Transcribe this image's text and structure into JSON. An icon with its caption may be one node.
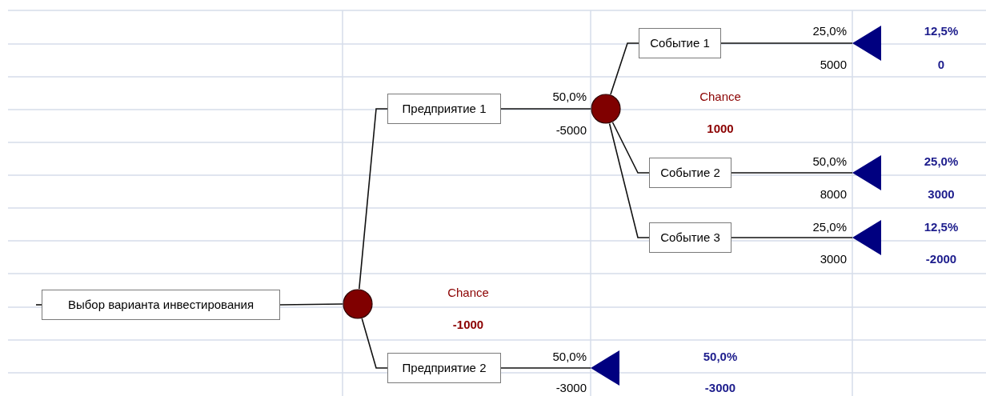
{
  "diagram": {
    "nodes": [
      {
        "text": [
          "Выбор варианта инвестирования"
        ]
      },
      {
        "text": [],
        "shape": "circle",
        "beside": [
          "Chance",
          "-1000"
        ]
      },
      {
        "text": [
          "Предприятие 1"
        ]
      },
      {
        "text": [],
        "shape": "circle",
        "beside": [
          "Chance",
          "1000"
        ]
      },
      {
        "text": [
          "Событие 1"
        ]
      },
      {
        "text": [],
        "shape": "triangle",
        "beside": [
          "12,5%",
          "0"
        ]
      },
      {
        "text": [
          "Событие 2"
        ]
      },
      {
        "text": [],
        "shape": "triangle",
        "beside": [
          "25,0%",
          "3000"
        ]
      },
      {
        "text": [
          "Событие 3"
        ]
      },
      {
        "text": [],
        "shape": "triangle",
        "beside": [
          "12,5%",
          "-2000"
        ]
      },
      {
        "text": [
          "Предприятие 2"
        ]
      },
      {
        "text": [],
        "shape": "triangle",
        "beside": [
          "50,0%",
          "-3000"
        ]
      }
    ],
    "edges": [
      {
        "from": null,
        "to": 0,
        "arrow": "none"
      },
      {
        "from": 0,
        "to": 1,
        "arrow": "none"
      },
      {
        "from": 1,
        "to": 2,
        "arrow": "none"
      },
      {
        "from": 2,
        "to": 3,
        "arrow": "none"
      },
      {
        "from": 3,
        "to": 4,
        "arrow": "none"
      },
      {
        "from": 4,
        "to": 5,
        "arrow": "none"
      },
      {
        "from": 3,
        "to": 6,
        "arrow": "none"
      },
      {
        "from": 6,
        "to": 7,
        "arrow": "none"
      },
      {
        "from": 3,
        "to": 8,
        "arrow": "none"
      },
      {
        "from": 8,
        "to": 9,
        "arrow": "none"
      },
      {
        "from": 1,
        "to": 10,
        "arrow": "none"
      },
      {
        "from": 10,
        "to": 11,
        "arrow": "none"
      }
    ],
    "labels": [
      "25,0%",
      "5000",
      "50,0%",
      "-5000",
      "50,0%",
      "8000",
      "25,0%",
      "3000",
      "50,0%",
      "-3000"
    ]
  }
}
